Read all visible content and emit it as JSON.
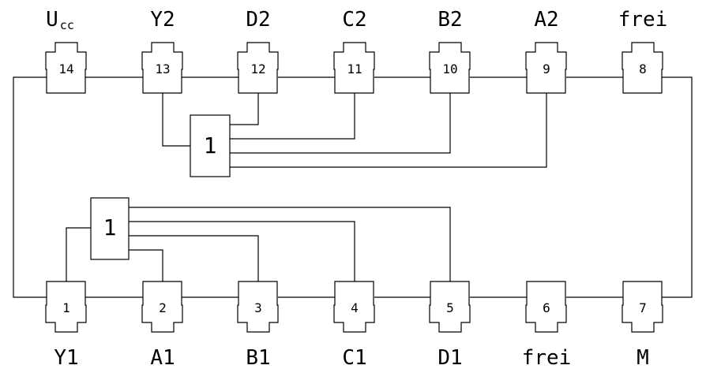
{
  "top_pins": [
    {
      "number": "14",
      "label": "U",
      "label_sub": "cc"
    },
    {
      "number": "13",
      "label": "Y2"
    },
    {
      "number": "12",
      "label": "D2"
    },
    {
      "number": "11",
      "label": "C2"
    },
    {
      "number": "10",
      "label": "B2"
    },
    {
      "number": "9",
      "label": "A2"
    },
    {
      "number": "8",
      "label": "frei"
    }
  ],
  "bottom_pins": [
    {
      "number": "1",
      "label": "Y1"
    },
    {
      "number": "2",
      "label": "A1"
    },
    {
      "number": "3",
      "label": "B1"
    },
    {
      "number": "4",
      "label": "C1"
    },
    {
      "number": "5",
      "label": "D1"
    },
    {
      "number": "6",
      "label": "frei"
    },
    {
      "number": "7",
      "label": "M"
    }
  ],
  "gates": [
    {
      "symbol": "1"
    },
    {
      "symbol": "1"
    }
  ]
}
